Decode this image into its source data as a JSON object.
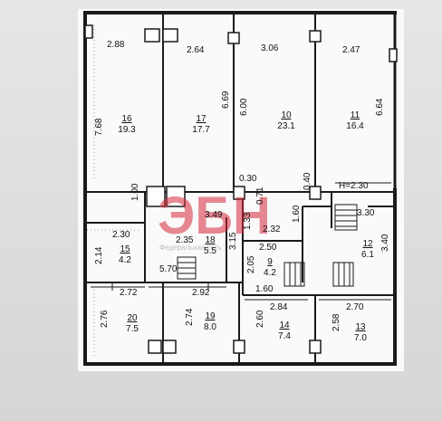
{
  "watermark": {
    "logo": "ЭБН",
    "caption": "Федеральная сеть",
    "color": "#d6283c"
  },
  "rooms": [
    {
      "number": "16",
      "area": "19.3"
    },
    {
      "number": "17",
      "area": "17.7"
    },
    {
      "number": "10",
      "area": "23.1"
    },
    {
      "number": "11",
      "area": "16.4"
    },
    {
      "number": "15",
      "area": "4.2"
    },
    {
      "number": "18",
      "area": "5.5"
    },
    {
      "number": "9",
      "area": "4.2"
    },
    {
      "number": "12",
      "area": "6.1"
    },
    {
      "number": "20",
      "area": "7.5"
    },
    {
      "number": "19",
      "area": "8.0"
    },
    {
      "number": "14",
      "area": "7.4"
    },
    {
      "number": "13",
      "area": "7.0"
    }
  ],
  "dimensions": {
    "top": [
      "2.88",
      "2.64",
      "3.06",
      "2.47"
    ],
    "vertical_upper": [
      "7.68",
      "6.69",
      "6.00",
      "6.64"
    ],
    "mid": [
      "1.00",
      "0.30",
      "0.71",
      "0.40",
      "H=2.30",
      "3.49",
      "1.33",
      "1.60",
      "3.30",
      "3.40"
    ],
    "corridor": [
      "2.30",
      "2.14",
      "2.35",
      "3.15",
      "2.32",
      "2.50",
      "2.05",
      "5.70",
      "1.60"
    ],
    "lower_h": [
      "2.72",
      "2.92",
      "2.84",
      "2.70"
    ],
    "lower_v": [
      "2.76",
      "2.74",
      "2.60",
      "2.58"
    ]
  }
}
